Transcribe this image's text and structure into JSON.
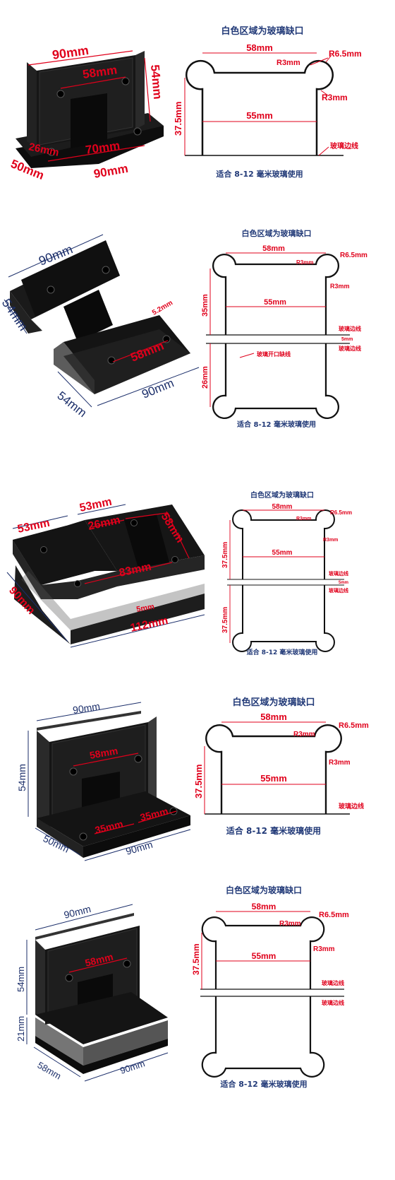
{
  "colors": {
    "accent": "#e0001b",
    "navy": "#223a78",
    "black": "#111111"
  },
  "panel1": {
    "title": "白色区域为玻璃缺口",
    "footer": "适合 8-12 毫米玻璃使用",
    "d_58": "58mm",
    "d_r65": "R6.5mm",
    "d_r3a": "R3mm",
    "d_r3b": "R3mm",
    "d_55": "55mm",
    "d_375": "37.5mm",
    "edge": "玻璃边线",
    "p_90": "90mm",
    "p_54": "54mm",
    "p_58": "58mm",
    "p_26": "26mm",
    "p_70": "70mm",
    "p_50": "50mm",
    "p_90b": "90mm"
  },
  "panel2": {
    "title": "白色区域为玻璃缺口",
    "footer": "适合 8-12 毫米玻璃使用",
    "d_58": "58mm",
    "d_r65": "R6.5mm",
    "d_r3a": "R3mm",
    "d_r3b": "R3mm",
    "d_55": "55mm",
    "d_35": "35mm",
    "d_26": "26mm",
    "edge1": "玻璃边线",
    "edge2": "玻璃边线",
    "d_5": "5mm",
    "cut": "玻璃开口缺线",
    "p_90": "90mm",
    "p_54": "54mm",
    "p_52": "5.2mm",
    "p_58": "58mm",
    "p_54b": "54mm",
    "p_90b": "90mm"
  },
  "panel3": {
    "title": "白色区域为玻璃缺口",
    "footer": "适合 8-12 毫米玻璃使用",
    "d_58": "58mm",
    "d_r65": "R6.5mm",
    "d_r3a": "R3mm",
    "d_r3b": "R3mm",
    "d_55": "55mm",
    "d_375a": "37.5mm",
    "d_375b": "37.5mm",
    "edge1": "玻璃边线",
    "edge2": "玻璃边线",
    "d_5": "5mm",
    "p_53a": "53mm",
    "p_53b": "53mm",
    "p_26": "26mm",
    "p_58": "58mm",
    "p_83": "83mm",
    "p_90": "90mm",
    "p_5": "5mm",
    "p_112": "112mm"
  },
  "panel4": {
    "title": "白色区域为玻璃缺口",
    "footer": "适合 8-12 毫米玻璃使用",
    "d_58": "58mm",
    "d_r65": "R6.5mm",
    "d_r3a": "R3mm",
    "d_r3b": "R3mm",
    "d_55": "55mm",
    "d_375": "37.5mm",
    "edge": "玻璃边线",
    "p_90": "90mm",
    "p_58": "58mm",
    "p_54": "54mm",
    "p_35a": "35mm",
    "p_35b": "35mm",
    "p_50": "50mm",
    "p_90b": "90mm"
  },
  "panel5": {
    "title": "白色区域为玻璃缺口",
    "footer": "适合 8-12 毫米玻璃使用",
    "d_58": "58mm",
    "d_r65": "R6.5mm",
    "d_r3a": "R3mm",
    "d_r3b": "R3mm",
    "d_55": "55mm",
    "d_375": "37.5mm",
    "edge1": "玻璃边线",
    "edge2": "玻璃边线",
    "p_90": "90mm",
    "p_58": "58mm",
    "p_54": "54mm",
    "p_21": "21mm",
    "p_58b": "58mm",
    "p_90b": "90mm"
  }
}
